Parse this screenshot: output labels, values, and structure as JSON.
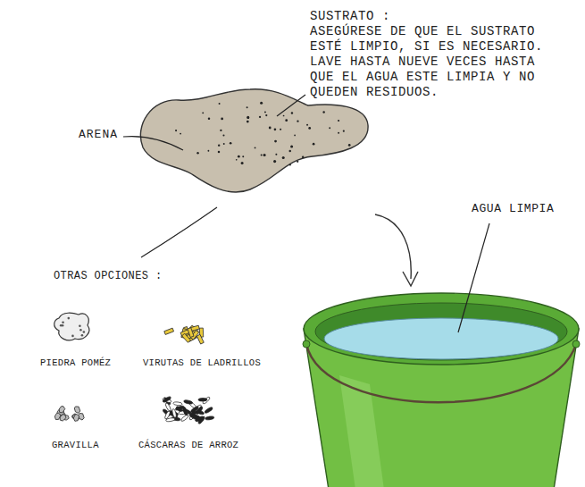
{
  "diagram": {
    "labels": [
      "ARENA",
      "SUSTRATO :",
      "ASEGÚRESE DE QUE EL SUSTRATO ESTÉ LIMPIO, SI ES NECESARIO. LAVE HASTA NUEVE VECES HASTA QUE EL AGUA ESTE LIMPIA Y NO QUEDEN RESIDUOS.",
      "AGUA LIMPIA",
      "OTRAS OPCIONES :",
      "PIEDRA POMÉZ",
      "VIRUTAS DE LADRILLOS",
      "GRAVILLA",
      "CÁSCARAS DE ARROZ"
    ]
  }
}
